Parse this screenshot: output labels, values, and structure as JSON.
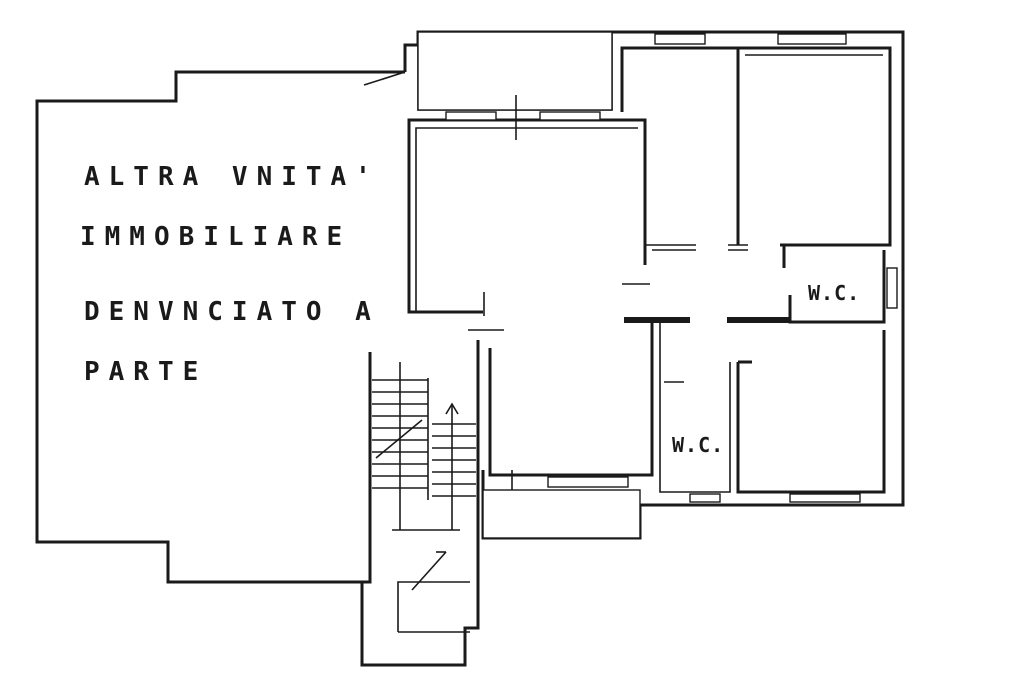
{
  "labels": {
    "adjacent_line1": "ALTRA  VNITA'",
    "adjacent_line2": "IMMOBILIARE",
    "adjacent_line3": "DENVNCIATO A",
    "adjacent_line4": "PARTE",
    "wc_upper": "W.C.",
    "wc_lower": "W.C."
  }
}
